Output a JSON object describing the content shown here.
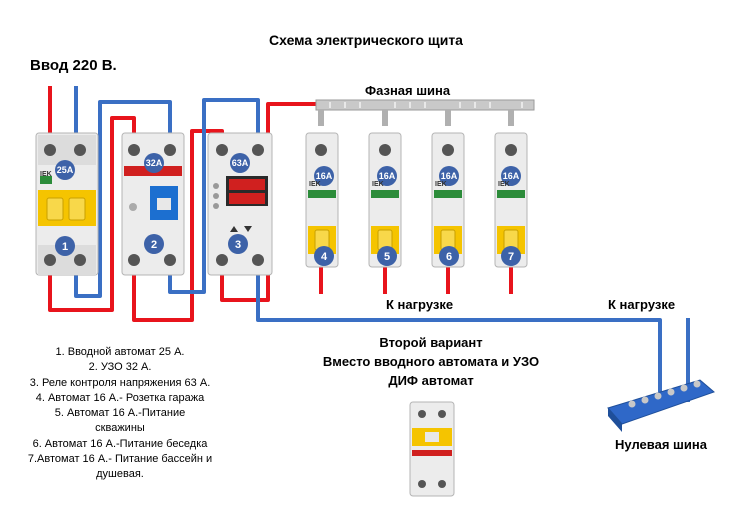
{
  "title": "Схема электрического щита",
  "input_label": "Ввод 220 В.",
  "phase_bus_label": "Фазная шина",
  "load_label_1": "К нагрузке",
  "load_label_2": "К нагрузке",
  "neutral_bus_label": "Нулевая шина",
  "variant_text": [
    "Второй вариант",
    "Вместо вводного автомата и УЗО",
    "ДИФ автомат"
  ],
  "legend": [
    "1. Вводной автомат 25 А.",
    "2. УЗО 32 А.",
    "3. Реле контроля напряжения 63 А.",
    "4. Автомат 16 А.- Розетка гаража",
    "5. Автомат 16 А.-Питание скважины",
    "6. Автомат 16 А.-Питание беседка",
    "7.Автомат 16 А.- Питание бассейн и душевая."
  ],
  "devices": [
    {
      "number": "1",
      "rating": "25А",
      "brand": "IEK",
      "kind": "2-pole breaker"
    },
    {
      "number": "2",
      "rating": "32А",
      "brand": "",
      "kind": "RCD"
    },
    {
      "number": "3",
      "rating": "63А",
      "brand": "",
      "kind": "voltage relay"
    },
    {
      "number": "4",
      "rating": "16А",
      "brand": "IEK",
      "kind": "1-pole breaker"
    },
    {
      "number": "5",
      "rating": "16А",
      "brand": "IEK",
      "kind": "1-pole breaker"
    },
    {
      "number": "6",
      "rating": "16А",
      "brand": "IEK",
      "kind": "1-pole breaker"
    },
    {
      "number": "7",
      "rating": "16А",
      "brand": "IEK",
      "kind": "1-pole breaker"
    }
  ],
  "colors": {
    "phase_wire": "#e8141c",
    "neutral_wire": "#3a6fc4",
    "badge": "#3d62a8",
    "breaker_lever": "#f5c400",
    "device_body": "#ececec"
  }
}
